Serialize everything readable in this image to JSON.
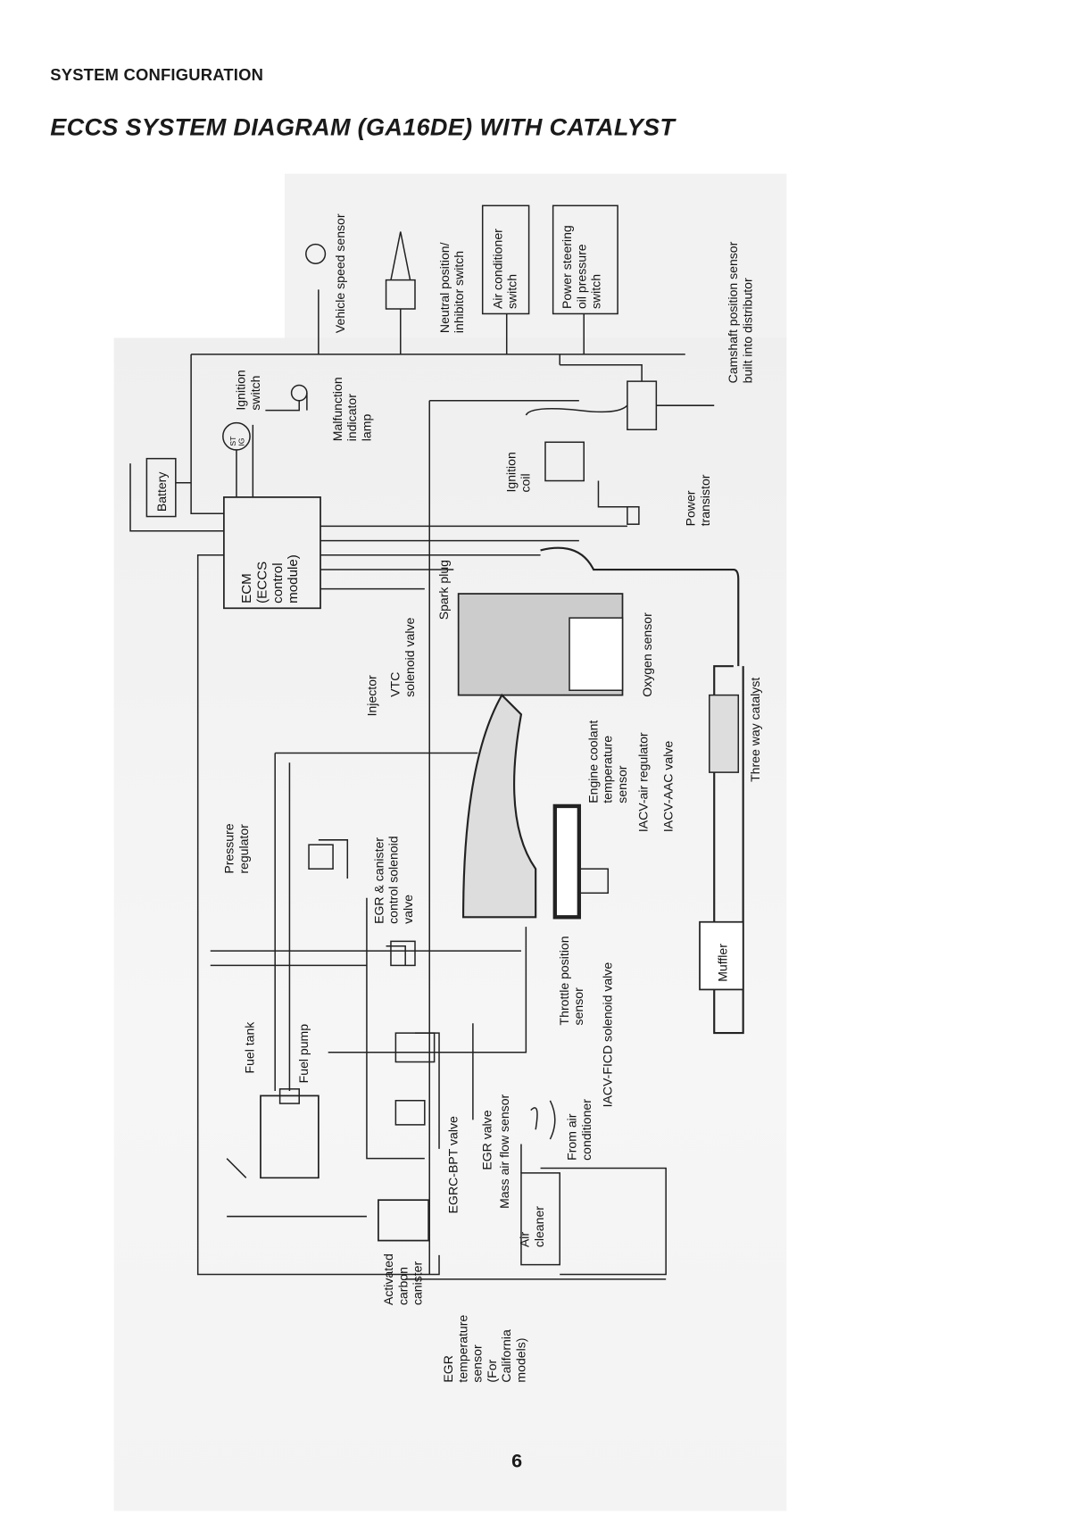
{
  "header": {
    "section": "SYSTEM CONFIGURATION",
    "title": "ECCS SYSTEM DIAGRAM (GA16DE) WITH CATALYST"
  },
  "labels": {
    "vehicle_speed_sensor": "Vehicle speed sensor",
    "neutral_switch": "Neutral position/\ninhibitor switch",
    "ac_switch": "Air conditioner\nswitch",
    "ps_switch": "Power steering\noil pressure\nswitch",
    "camshaft_sensor": "Camshaft position sensor\nbuilt into distributor",
    "ignition_switch": "Ignition\nswitch",
    "ign_st": "ST",
    "ign_ig": "IG",
    "mil": "Malfunction\nindicator\nlamp",
    "battery": "Battery",
    "ignition_coil": "Ignition\ncoil",
    "power_transistor": "Power\ntransistor",
    "ecm": "ECM\n(ECCS\ncontrol\nmodule)",
    "spark_plug": "Spark plug",
    "vtc": "VTC\nsolenoid valve",
    "injector": "Injector",
    "oxygen_sensor": "Oxygen sensor",
    "three_way_catalyst": "Three way catalyst",
    "coolant_sensor": "Engine coolant\ntemperature\nsensor",
    "iacv_air_regulator": "IACV-air regulator",
    "iacv_aac": "IACV-AAC valve",
    "pressure_regulator": "Pressure\nregulator",
    "egr_canister_solenoid": "EGR & canister\ncontrol solenoid\nvalve",
    "muffler": "Muffler",
    "throttle_sensor": "Throttle position\nsensor",
    "iacv_ficd": "IACV-FICD solenoid valve",
    "fuel_tank": "Fuel tank",
    "fuel_pump": "Fuel pump",
    "from_ac": "From air\nconditioner",
    "egrc_bpt": "EGRC-BPT valve",
    "egr_valve": "EGR valve",
    "maf": "Mass air flow sensor",
    "air_cleaner": "Air\ncleaner",
    "canister": "Activated\ncarbon\ncanister",
    "egr_temp": "EGR\ntemperature\nsensor\n(For\nCalifornia\nmodels)"
  },
  "page_number": "6"
}
